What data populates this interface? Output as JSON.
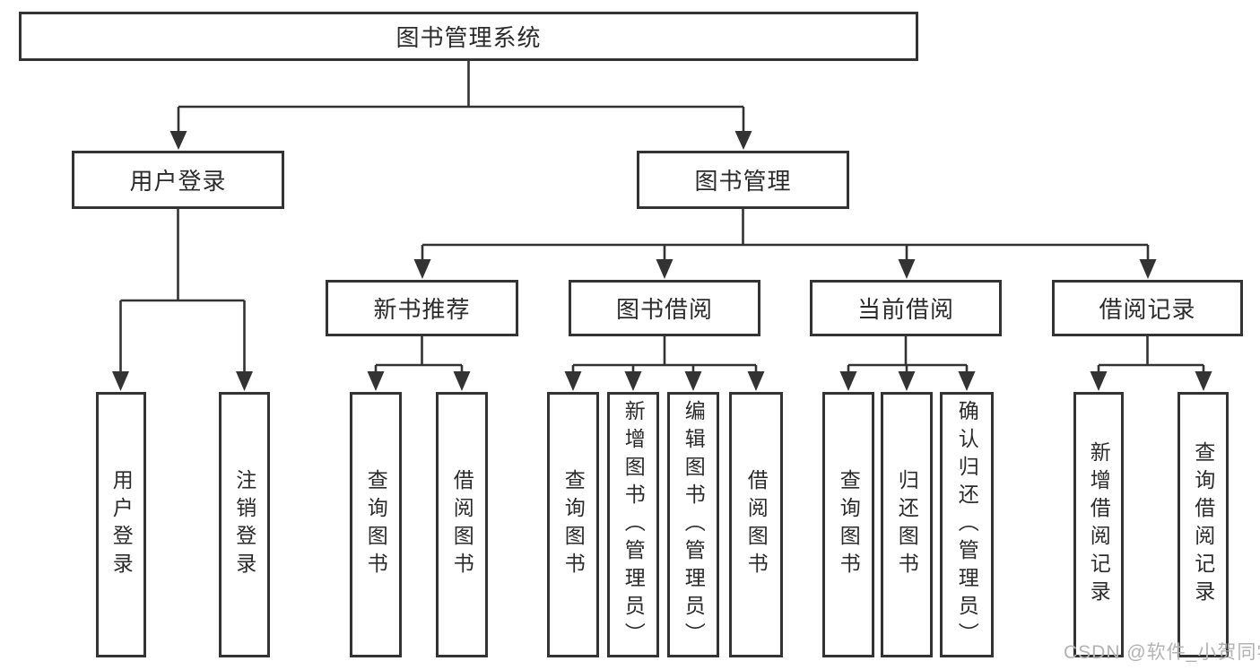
{
  "diagram": {
    "type": "hierarchy-tree",
    "colors": {
      "line": "#333333",
      "box_border": "#333333",
      "box_fill": "#ffffff",
      "text": "#2b2b2b",
      "watermark_text": "#b3b3b3"
    },
    "tree": {
      "label": "图书管理系统",
      "children": [
        {
          "label": "用户登录",
          "children": [
            {
              "label": "用户登录"
            },
            {
              "label": "注销登录"
            }
          ]
        },
        {
          "label": "图书管理",
          "children": [
            {
              "label": "新书推荐",
              "children": [
                {
                  "label": "查询图书"
                },
                {
                  "label": "借阅图书"
                }
              ]
            },
            {
              "label": "图书借阅",
              "children": [
                {
                  "label": "查询图书"
                },
                {
                  "label": "新增图书（管理员）"
                },
                {
                  "label": "编辑图书（管理员）"
                },
                {
                  "label": "借阅图书"
                }
              ]
            },
            {
              "label": "当前借阅",
              "children": [
                {
                  "label": "查询图书"
                },
                {
                  "label": "归还图书"
                },
                {
                  "label": "确认归还（管理员）"
                }
              ]
            },
            {
              "label": "借阅记录",
              "children": [
                {
                  "label": "新增借阅记录"
                },
                {
                  "label": "查询借阅记录"
                }
              ]
            }
          ]
        }
      ]
    },
    "watermark": "CSDN @软件_小贺同学"
  }
}
